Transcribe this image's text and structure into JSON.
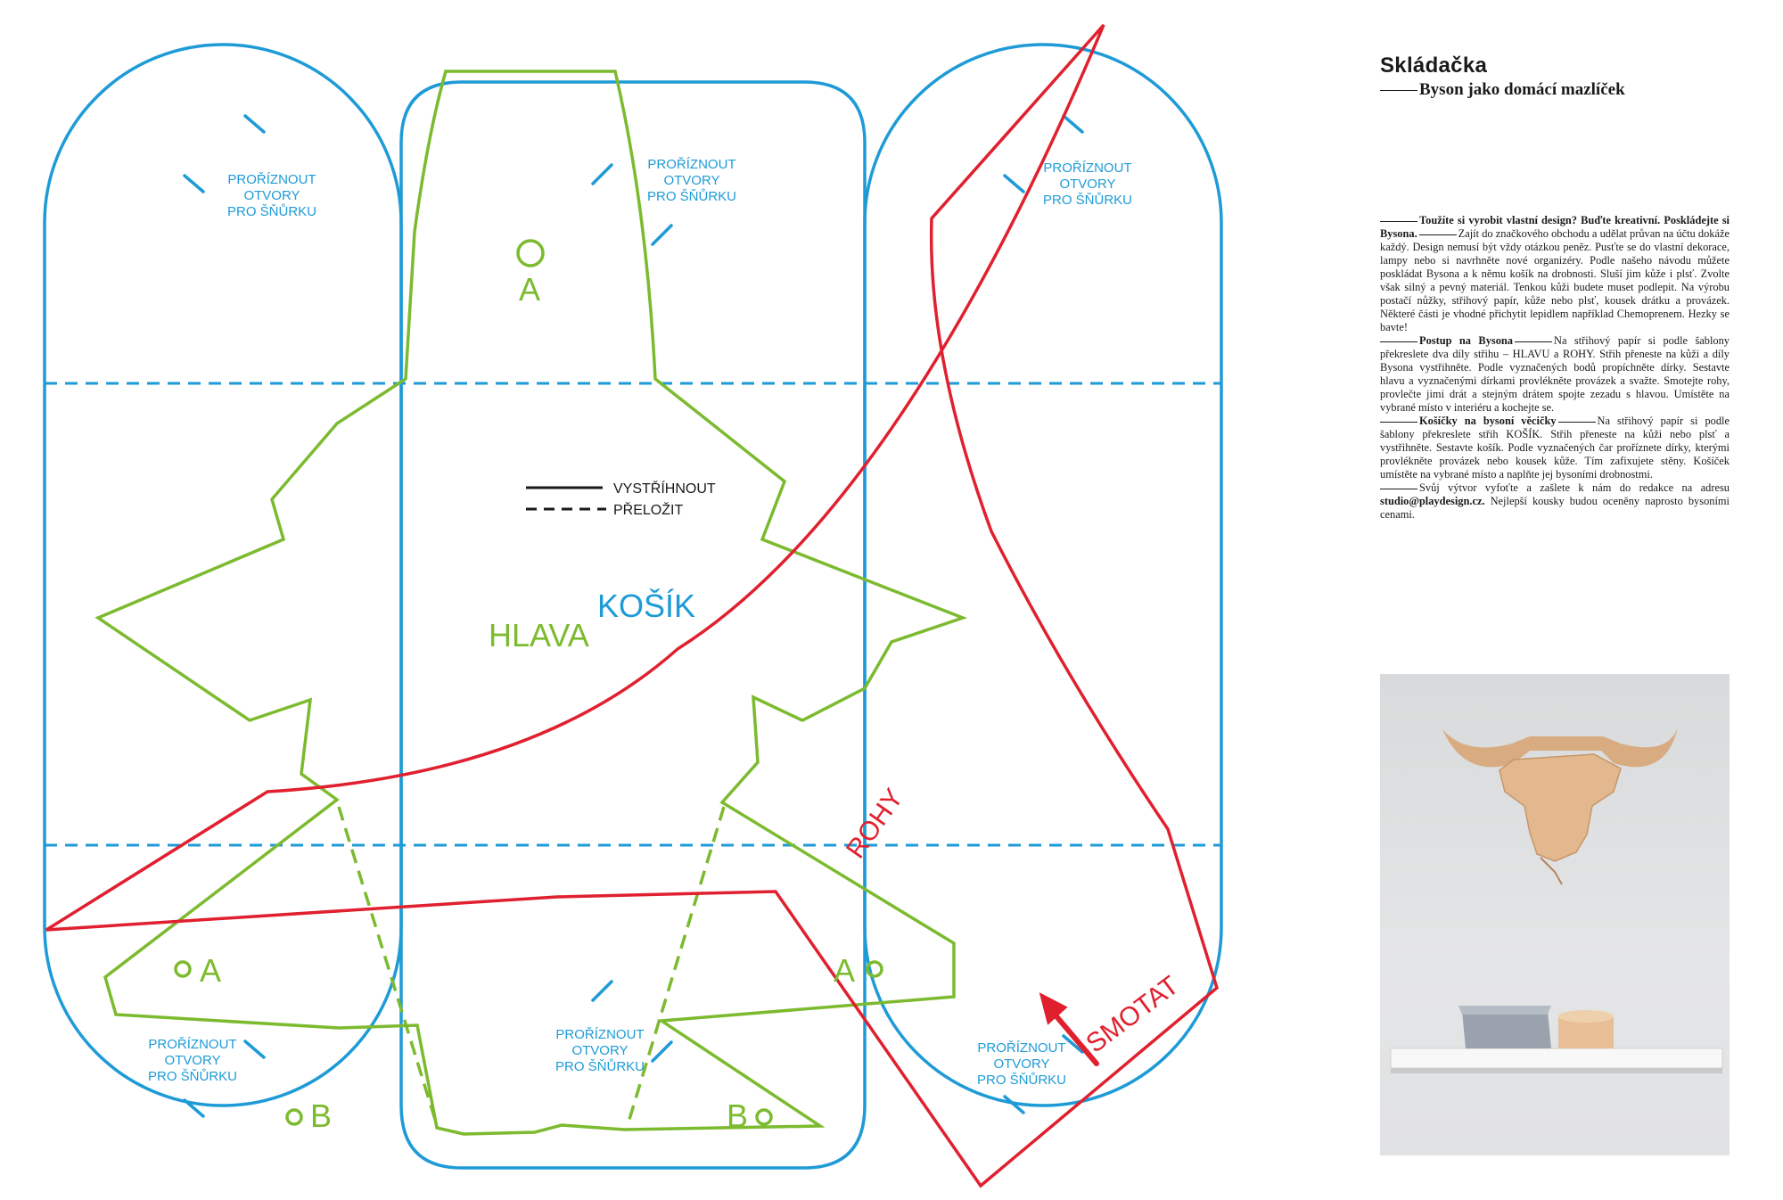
{
  "colors": {
    "blue": "#1e9bd7",
    "green": "#7cba2f",
    "red": "#e0202f",
    "text": "#1a1a1a"
  },
  "pattern": {
    "cut_holes_label": [
      "PROŘÍZNOUT",
      "OTVORY",
      "PRO ŠŇŮRKU"
    ],
    "legend": {
      "cut": "VYSTŘÍHNOUT",
      "fold": "PŘELOŽIT"
    },
    "piece_head": "HLAVA",
    "piece_basket": "KOŠÍK",
    "piece_horns": "ROHY",
    "roll_instruction": "SMOTAT",
    "marker_a": "A",
    "marker_b": "B"
  },
  "article": {
    "title": "Skládačka",
    "subtitle": "Byson jako domácí mazlíček",
    "p1_lead": "Toužíte si vyrobit vlastní design? Buďte kreativní. Poskládejte si Bysona.",
    "p1_text": "Zajít do značkového obchodu a udělat průvan na účtu dokáže každý. Design nemusí být vždy otázkou peněz. Pusťte se do vlastní dekorace, lampy nebo si navrhněte nové organizéry. Podle našeho návodu můžete poskládat Bysona a k němu košík na drobnosti. Sluší jim kůže i plsť. Zvolte však silný a pevný materiál. Tenkou kůži budete muset podlepit. Na výrobu postačí nůžky, střihový papír, kůže nebo plsť, kousek drátku a provázek. Některé části je vhodné přichytit lepidlem například Chemoprenem. Hezky se bavte!",
    "p2_lead": "Postup na Bysona",
    "p2_text": "Na střihový papír si podle šablony překreslete dva díly střihu – HLAVU a ROHY. Střih přeneste na kůži a díly Bysona vystřihněte. Podle vyznačených bodů propíchněte dírky. Sestavte hlavu a vyznačenými dírkami provlékněte provázek a svažte. Smotejte rohy, provlečte jimi drát a stejným drátem spojte zezadu s hlavou. Umístěte na vybrané místo v interiéru a kochejte se.",
    "p3_lead": "Košíčky na bysoní věcičky",
    "p3_text": "Na střihový papír si podle šablony překreslete střih KOŠÍK. Střih přeneste na kůži nebo plsť a vystřihněte. Sestavte košík. Podle vyznačených čar proříznete dírky, kterými provlékněte provázek nebo kousek kůže. Tím zafixujete stěny. Košíček umístěte na vybrané místo a naplňte jej bysoními drobnostmi.",
    "p4_text_before": "Svůj výtvor vyfoťte a zašlete k nám do redakce na adresu",
    "p4_email": "studio@playdesign.cz.",
    "p4_text_after": "Nejlepší kousky budou oceněny naprosto bysoními cenami."
  }
}
